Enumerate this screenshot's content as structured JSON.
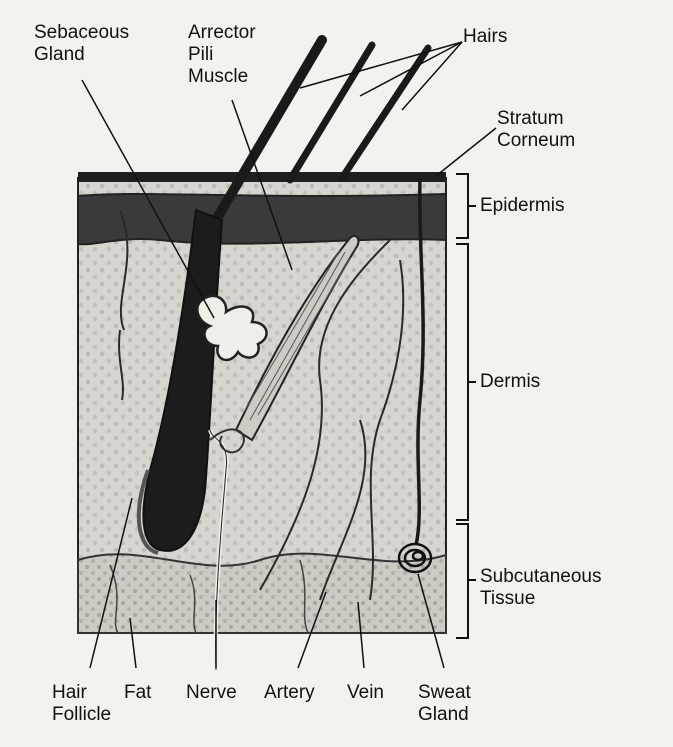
{
  "labels": {
    "sebaceous_gland": [
      "Sebaceous",
      "Gland"
    ],
    "arrector_pili": [
      "Arrector",
      "Pili",
      "Muscle"
    ],
    "hairs": "Hairs",
    "stratum_corneum": [
      "Stratum",
      "Corneum"
    ],
    "epidermis": "Epidermis",
    "dermis": "Dermis",
    "subcutaneous": [
      "Subcutaneous",
      "Tissue"
    ],
    "hair_follicle": [
      "Hair",
      "Follicle"
    ],
    "fat": "Fat",
    "nerve": "Nerve",
    "artery": "Artery",
    "vein": "Vein",
    "sweat_gland": [
      "Sweat",
      "Gland"
    ]
  },
  "colors": {
    "page": "#f4f2ee",
    "ink": "#111111",
    "dermis_fill": "#d6d3ce",
    "epidermis_band": "#2e2e2e",
    "subcut_fill": "#c9c6c1",
    "hair": "#1a1a1a"
  }
}
